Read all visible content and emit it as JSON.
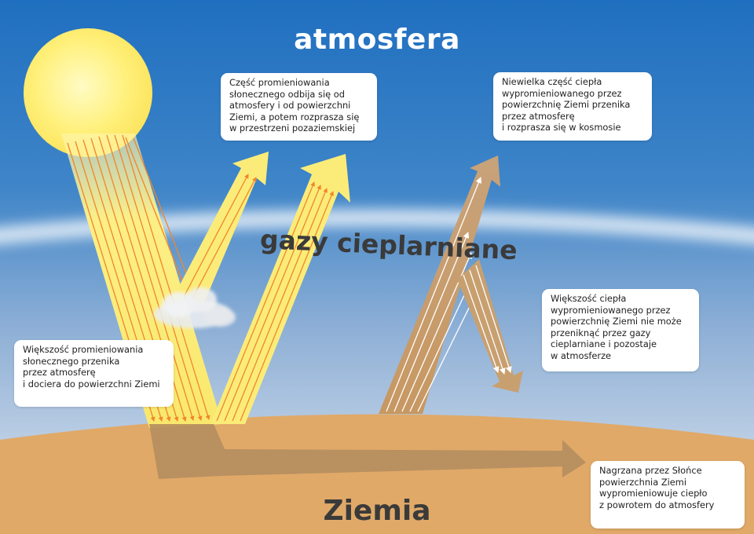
{
  "labels": {
    "atmosphere": "atmosfera",
    "greenhouse": "gazy cieplarniane",
    "earth": "Ziemia"
  },
  "callouts": {
    "reflect": [
      "Część promieniowania",
      "słonecznego odbija się od",
      "atmosfery i od powierzchni",
      "Ziemi, a potem rozprasza się",
      "w przestrzeni pozaziemskiej"
    ],
    "escape": [
      "Niewielka część ciepła",
      "wypromieniowanego przez",
      "powierzchnię Ziemi przenika",
      "przez atmosferę",
      "i rozprasza się w kosmosie"
    ],
    "trapped": [
      "Większość ciepła",
      "wypromieniowanego przez",
      "powierzchnię Ziemi nie może",
      "przeniknąć przez gazy",
      "cieplarniane i pozostaje",
      "w atmosferze"
    ],
    "enter": [
      "Większość promieniowania",
      "słonecznego przenika",
      "przez atmosferę",
      "i dociera do powierzchni Ziemi"
    ],
    "emit": [
      "Nagrzana przez Słońce",
      "powierzchnia Ziemi",
      "wypromieniowuje ciepło",
      "z powrotem do atmosfery"
    ]
  },
  "colors": {
    "sky_top": "#1f6fc0",
    "sky_bottom": "#dce6ef",
    "ground": "#e0a968",
    "sun": "#fff27a",
    "sun_ray": "#fbec79",
    "ray_line": "#f2852a",
    "heat": "#c79a66",
    "heat_line": "#ffffff",
    "ground_arrow": "#b58d5f"
  }
}
